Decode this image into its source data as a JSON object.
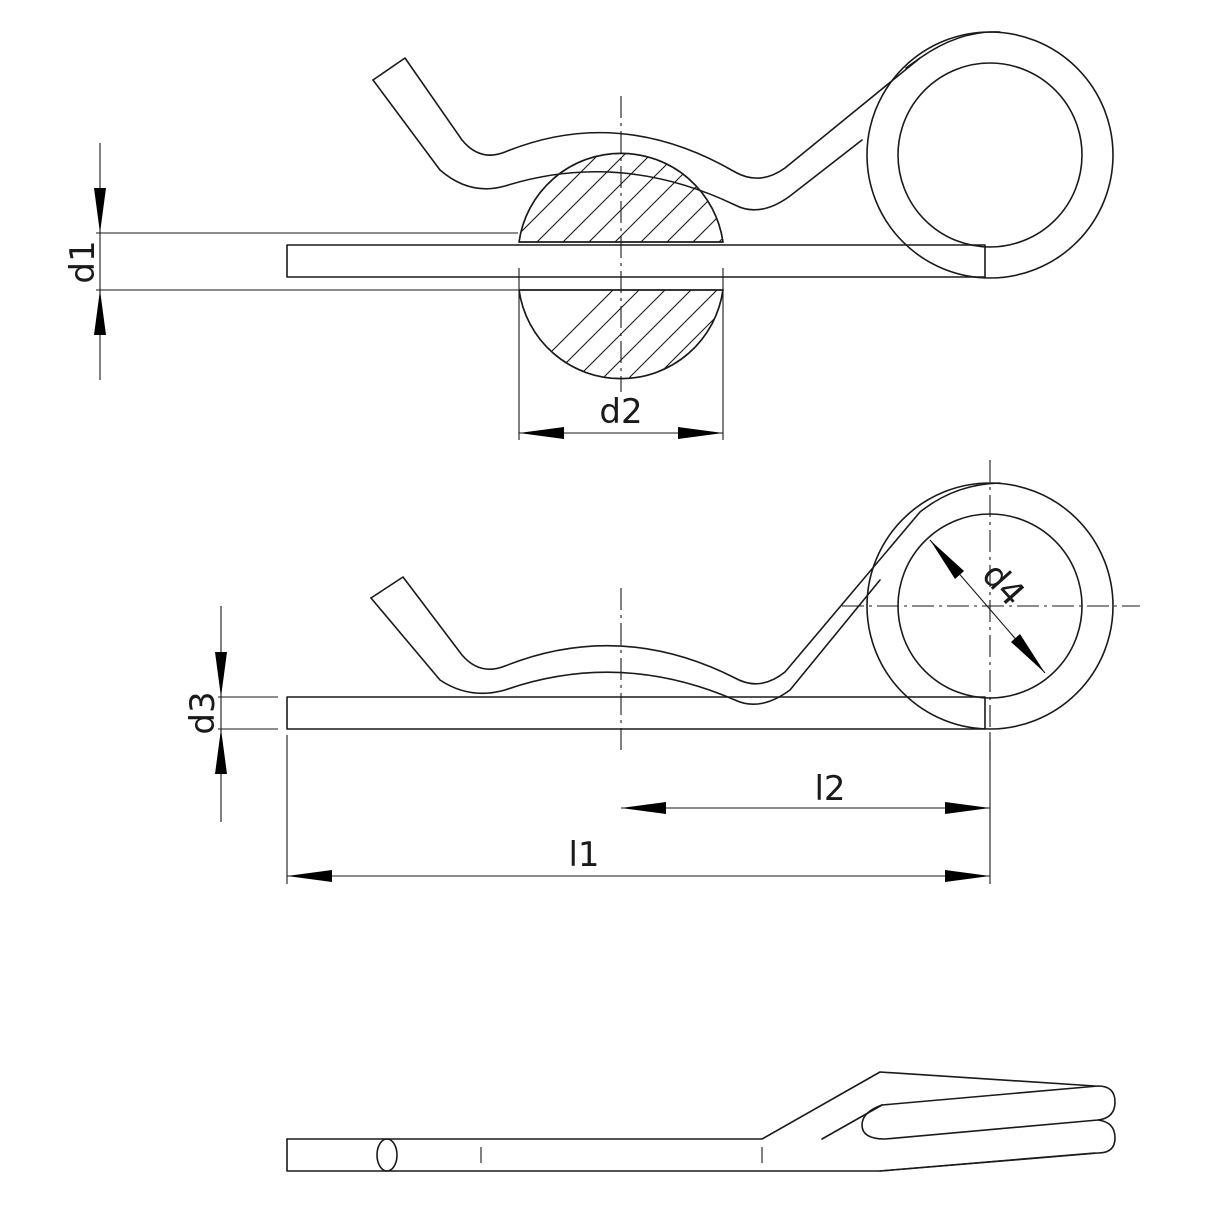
{
  "dimensions": {
    "d1": "d1",
    "d2": "d2",
    "d3": "d3",
    "d4": "d4",
    "l1": "l1",
    "l2": "l2"
  }
}
